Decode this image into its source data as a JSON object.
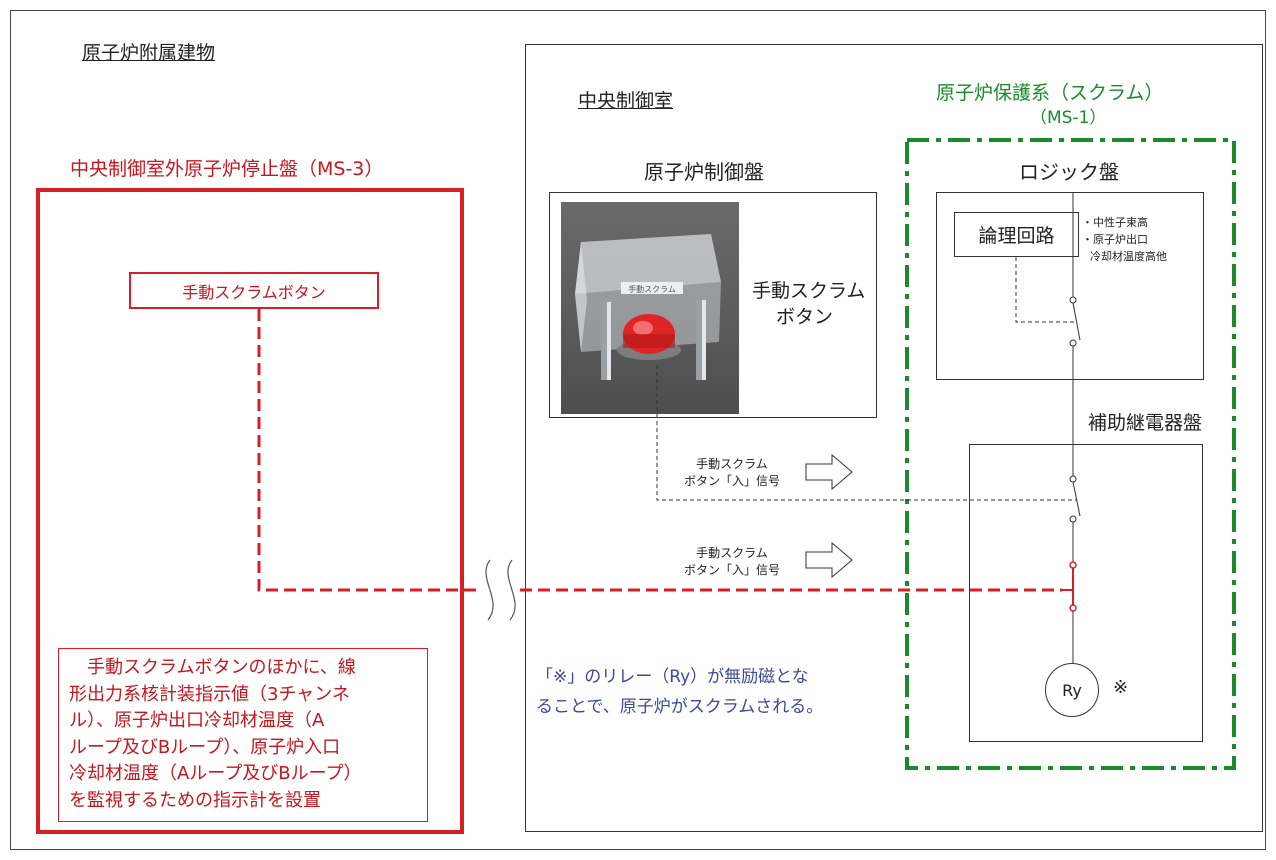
{
  "building_title": "原子炉附属建物",
  "central_control_room_title": "中央制御室",
  "rps": {
    "title_line1": "原子炉保護系（スクラム）",
    "title_line2": "（MS-1）",
    "logic_panel_title": "ロジック盤",
    "logic_circuit_label": "論理回路",
    "trip_conditions": [
      "・中性子束高",
      "・原子炉出口",
      "冷却材温度高他"
    ],
    "aux_relay_panel_title": "補助継電器盤",
    "relay_label": "Ry",
    "relay_mark": "※"
  },
  "control_panel": {
    "title": "原子炉制御盤",
    "button_caption_line1": "手動スクラム",
    "button_caption_line2": "ボタン",
    "photo_label": "手動スクラム"
  },
  "signal_labels": [
    {
      "line1": "手動スクラム",
      "line2": "ボタン「入」信号"
    },
    {
      "line1": "手動スクラム",
      "line2": "ボタン「入」信号"
    }
  ],
  "note_relay": {
    "line1": "「※」のリレー（Ry）が無励磁とな",
    "line2": "ることで、原子炉がスクラムされる。"
  },
  "remote_panel": {
    "title": "中央制御室外原子炉停止盤（MS-3）",
    "button_label": "手動スクラムボタン",
    "note_lines": [
      "手動スクラムボタンのほかに、線",
      "形出力系核計装指示値（3チャンネ",
      "ル）、原子炉出口冷却材温度（A",
      "ループ及びBループ）、原子炉入口",
      "冷却材温度（Aループ及びBループ）",
      "を監視するための指示計を設置"
    ]
  },
  "colors": {
    "red": "#d91f26",
    "green": "#1b8a2a",
    "blue": "#3a4a9a"
  }
}
